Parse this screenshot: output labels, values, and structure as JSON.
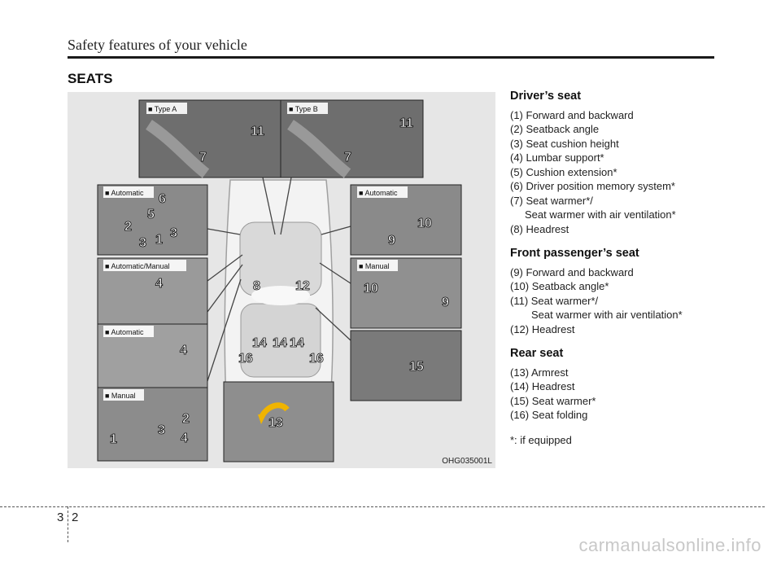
{
  "header": {
    "title": "Safety features of your vehicle"
  },
  "section": {
    "title": "SEATS"
  },
  "figure": {
    "code": "OHG035001L",
    "labels": {
      "type_a": "■ Type A",
      "type_b": "■ Type B",
      "automatic_1": "■ Automatic",
      "automatic_manual": "■ Automatic/Manual",
      "automatic_2": "■ Automatic",
      "manual_1": "■ Manual",
      "automatic_3": "■ Automatic",
      "manual_2": "■ Manual"
    }
  },
  "text": {
    "driver_title": "Driver’s seat",
    "driver_items": [
      "(1) Forward and backward",
      "(2) Seatback angle",
      "(3) Seat cushion height",
      "(4) Lumbar support*",
      "(5) Cushion extension*",
      "(6) Driver position memory system*",
      "(7) Seat warmer*/",
      "Seat warmer with air ventilation*",
      "(8) Headrest"
    ],
    "passenger_title": "Front passenger’s seat",
    "passenger_items": [
      "(9) Forward and backward",
      "(10) Seatback angle*",
      "(11) Seat warmer*/",
      "Seat warmer with air ventilation*",
      "(12) Headrest"
    ],
    "rear_title": "Rear seat",
    "rear_items": [
      "(13) Armrest",
      "(14) Headrest",
      "(15) Seat warmer*",
      "(16) Seat folding"
    ],
    "footnote": "*: if equipped"
  },
  "footer": {
    "chapter": "3",
    "page": "2"
  },
  "watermark": "carmanualsonline.info"
}
